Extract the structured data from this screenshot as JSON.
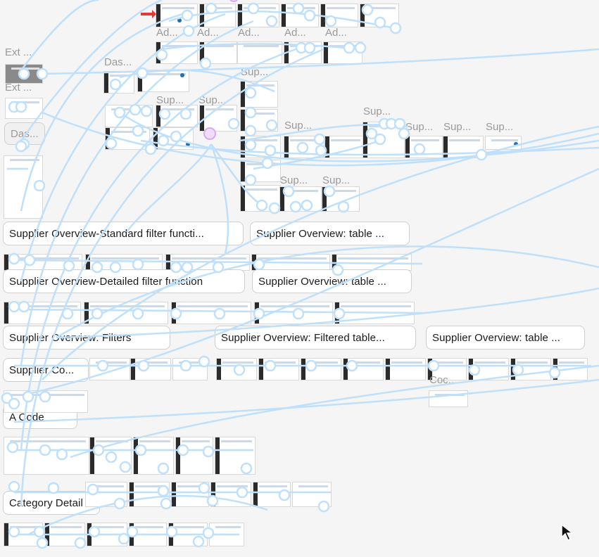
{
  "canvas": {
    "section_labels": [
      "Supplier Overview-Standard filter functi...",
      "Supplier Overview: table ...",
      "Supplier Overview-Detailed filter function",
      "Supplier Overview: table ...",
      "Supplier Overview: Filters",
      "Supplier Overview: Filtered table...",
      "Supplier Overview: table ...",
      "Supplier Co...",
      "A Code",
      "Category Detail"
    ],
    "frame_titles": [
      "Ad...",
      "Ad...",
      "Ad...",
      "Ad...",
      "Ad...",
      "Ext ...",
      "Ext ...",
      "Das...",
      "Das...",
      "Sup...",
      "Sup...",
      "Sup...",
      "Sup...",
      "Sup...",
      "Sup...",
      "Sup...",
      "Sup...",
      "Sup...",
      "Sup...",
      "Coc..."
    ]
  },
  "colors": {
    "wire": "#bfe0fb",
    "canvas_bg": "#f5f5f5",
    "accent": "#1f6fb5"
  }
}
